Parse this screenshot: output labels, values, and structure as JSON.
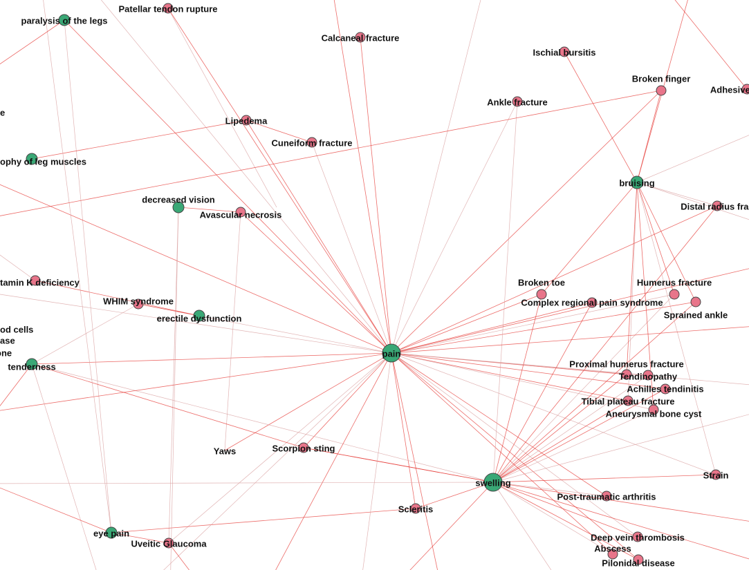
{
  "colors": {
    "symptom": "#3aa876",
    "disease": "#e8758a",
    "edge_strong": "#e53935",
    "edge_light": "#d9a0a0",
    "node_stroke": "#444444"
  },
  "nodes": [
    {
      "id": "pain",
      "label": "pain",
      "type": "symptom",
      "size": "large"
    },
    {
      "id": "swelling",
      "label": "swelling",
      "type": "symptom",
      "size": "large"
    },
    {
      "id": "bruising",
      "label": "bruising",
      "type": "symptom",
      "size": "medium"
    },
    {
      "id": "paralysis",
      "label": "paralysis of the legs",
      "type": "symptom"
    },
    {
      "id": "atrophy",
      "label": "ophy of leg muscles",
      "type": "symptom"
    },
    {
      "id": "decvision",
      "label": "decreased vision",
      "type": "symptom"
    },
    {
      "id": "erectile",
      "label": "erectile dysfunction",
      "type": "symptom"
    },
    {
      "id": "tenderness",
      "label": "tenderness",
      "type": "symptom"
    },
    {
      "id": "eyepain",
      "label": "eye pain",
      "type": "symptom"
    },
    {
      "id": "patellar",
      "label": "Patellar tendon rupture",
      "type": "disease"
    },
    {
      "id": "calcaneal",
      "label": "Calcaneal fracture",
      "type": "disease"
    },
    {
      "id": "ischial",
      "label": "Ischial bursitis",
      "type": "disease"
    },
    {
      "id": "brokenfinger",
      "label": "Broken finger",
      "type": "disease"
    },
    {
      "id": "adhesive",
      "label": "Adhesive capsuli",
      "type": "disease"
    },
    {
      "id": "ankle",
      "label": "Ankle fracture",
      "type": "disease"
    },
    {
      "id": "lipedema",
      "label": "Lipedema",
      "type": "disease"
    },
    {
      "id": "cuneiform",
      "label": "Cuneiform fracture",
      "type": "disease"
    },
    {
      "id": "distal",
      "label": "Distal radius frac",
      "type": "disease"
    },
    {
      "id": "avascular",
      "label": "Avascular necrosis",
      "type": "disease"
    },
    {
      "id": "vitk",
      "label": "tamin K deficiency",
      "type": "disease"
    },
    {
      "id": "whim",
      "label": "WHIM syndrome",
      "type": "disease"
    },
    {
      "id": "brokentoe",
      "label": "Broken toe",
      "type": "disease"
    },
    {
      "id": "crps",
      "label": "Complex regional pain syndrome",
      "type": "disease"
    },
    {
      "id": "humerus",
      "label": "Humerus fracture",
      "type": "disease"
    },
    {
      "id": "sprained",
      "label": "Sprained ankle",
      "type": "disease"
    },
    {
      "id": "proxhum",
      "label": "Proximal humerus fracture",
      "type": "disease"
    },
    {
      "id": "tendino",
      "label": "Tendinopathy",
      "type": "disease"
    },
    {
      "id": "achilles",
      "label": "Achilles tendinitis",
      "type": "disease"
    },
    {
      "id": "tibial",
      "label": "Tibial plateau fracture",
      "type": "disease"
    },
    {
      "id": "aneurysmal",
      "label": "Aneurysmal bone cyst",
      "type": "disease"
    },
    {
      "id": "scorpion",
      "label": "Scorpion sting",
      "type": "disease"
    },
    {
      "id": "yaws",
      "label": "Yaws",
      "type": "disease"
    },
    {
      "id": "strain",
      "label": "Strain",
      "type": "disease"
    },
    {
      "id": "posttrauma",
      "label": "Post-traumatic arthritis",
      "type": "disease"
    },
    {
      "id": "scleritis",
      "label": "Scleritis",
      "type": "disease"
    },
    {
      "id": "dvt",
      "label": "Deep vein thrombosis",
      "type": "disease"
    },
    {
      "id": "abscess",
      "label": "Abscess",
      "type": "disease"
    },
    {
      "id": "pilonidal",
      "label": "Pilonidal disease",
      "type": "disease"
    },
    {
      "id": "uveitic",
      "label": "Uveitic Glaucoma",
      "type": "disease"
    }
  ],
  "clipped_labels": [
    "e",
    "od cells",
    "ase",
    "one"
  ],
  "edges": [
    [
      "pain",
      "patellar"
    ],
    [
      "pain",
      "calcaneal"
    ],
    [
      "pain",
      "ankle"
    ],
    [
      "pain",
      "brokenfinger"
    ],
    [
      "pain",
      "lipedema"
    ],
    [
      "pain",
      "cuneiform"
    ],
    [
      "pain",
      "distal"
    ],
    [
      "pain",
      "avascular"
    ],
    [
      "pain",
      "whim"
    ],
    [
      "pain",
      "brokentoe"
    ],
    [
      "pain",
      "crps"
    ],
    [
      "pain",
      "humerus"
    ],
    [
      "pain",
      "sprained"
    ],
    [
      "pain",
      "proxhum"
    ],
    [
      "pain",
      "tendino"
    ],
    [
      "pain",
      "achilles"
    ],
    [
      "pain",
      "tibial"
    ],
    [
      "pain",
      "aneurysmal"
    ],
    [
      "pain",
      "scorpion"
    ],
    [
      "pain",
      "yaws"
    ],
    [
      "pain",
      "strain"
    ],
    [
      "pain",
      "posttrauma"
    ],
    [
      "pain",
      "scleritis"
    ],
    [
      "pain",
      "dvt"
    ],
    [
      "pain",
      "abscess"
    ],
    [
      "pain",
      "pilonidal"
    ],
    [
      "pain",
      "uveitic"
    ],
    [
      "pain",
      "tenderness"
    ],
    [
      "pain",
      "paralysis"
    ],
    [
      "swelling",
      "ankle"
    ],
    [
      "swelling",
      "brokentoe"
    ],
    [
      "swelling",
      "crps"
    ],
    [
      "swelling",
      "humerus"
    ],
    [
      "swelling",
      "sprained"
    ],
    [
      "swelling",
      "proxhum"
    ],
    [
      "swelling",
      "tendino"
    ],
    [
      "swelling",
      "achilles"
    ],
    [
      "swelling",
      "tibial"
    ],
    [
      "swelling",
      "aneurysmal"
    ],
    [
      "swelling",
      "scorpion"
    ],
    [
      "swelling",
      "strain"
    ],
    [
      "swelling",
      "posttrauma"
    ],
    [
      "swelling",
      "scleritis"
    ],
    [
      "swelling",
      "dvt"
    ],
    [
      "swelling",
      "abscess"
    ],
    [
      "swelling",
      "pilonidal"
    ],
    [
      "swelling",
      "distal"
    ],
    [
      "swelling",
      "tenderness"
    ],
    [
      "bruising",
      "brokenfinger"
    ],
    [
      "bruising",
      "ischial"
    ],
    [
      "bruising",
      "distal"
    ],
    [
      "bruising",
      "humerus"
    ],
    [
      "bruising",
      "sprained"
    ],
    [
      "bruising",
      "tibial"
    ],
    [
      "bruising",
      "aneurysmal"
    ],
    [
      "bruising",
      "brokentoe"
    ],
    [
      "bruising",
      "strain"
    ],
    [
      "bruising",
      "proxhum"
    ],
    [
      "decvision",
      "avascular"
    ],
    [
      "decvision",
      "uveitic"
    ],
    [
      "erectile",
      "whim"
    ],
    [
      "erectile",
      "vitk"
    ],
    [
      "tenderness",
      "whim"
    ],
    [
      "eyepain",
      "uveitic"
    ],
    [
      "eyepain",
      "scleritis"
    ],
    [
      "eyepain",
      "paralysis"
    ],
    [
      "atrophy",
      "lipedema"
    ],
    [
      "lipedema",
      "cuneiform"
    ],
    [
      "avascular",
      "yaws"
    ],
    [
      "tenderness",
      "scorpion"
    ],
    [
      "scorpion",
      "swelling"
    ]
  ]
}
